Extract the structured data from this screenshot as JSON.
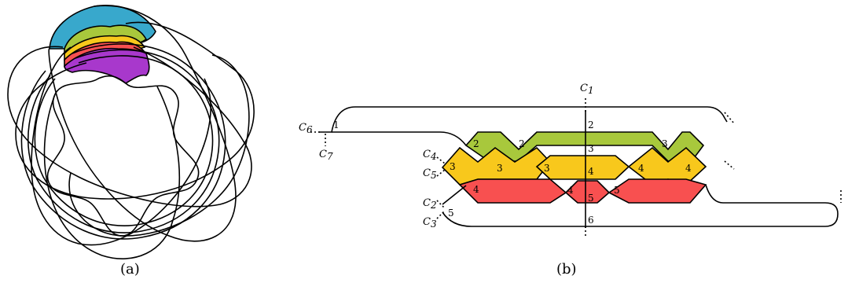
{
  "colors": {
    "cyan": "#38a8cc",
    "green": "#a8c83c",
    "yellow": "#f8c81c",
    "red": "#f85050",
    "purple": "#a838cc",
    "stroke": "#000000"
  },
  "panel_a": {
    "caption": "(a)"
  },
  "panel_b": {
    "caption": "(b)",
    "curves": {
      "c1": {
        "name": "C",
        "sub": "1"
      },
      "c2": {
        "name": "C",
        "sub": "2"
      },
      "c3": {
        "name": "C",
        "sub": "3"
      },
      "c4": {
        "name": "C",
        "sub": "4"
      },
      "c5": {
        "name": "C",
        "sub": "5"
      },
      "c6": {
        "name": "C",
        "sub": "6"
      },
      "c7": {
        "name": "C",
        "sub": "7"
      }
    },
    "region_labels": {
      "r1": "1",
      "r2a": "2",
      "r2b": "2",
      "r2c": "2",
      "r3a": "3",
      "r3b": "3",
      "r3c": "3",
      "r3d": "3",
      "r3e": "3",
      "r4a": "4",
      "r4b": "4",
      "r4c": "4",
      "r4d": "4",
      "r4e": "4",
      "r5a": "5",
      "r5b": "5",
      "r5c": "5",
      "r6": "6"
    }
  }
}
